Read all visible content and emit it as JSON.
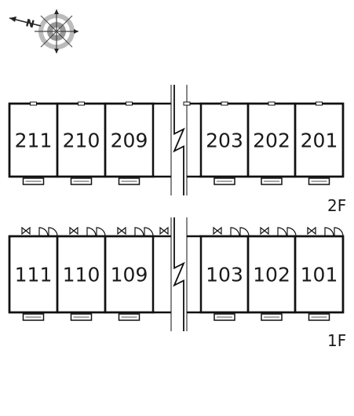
{
  "compass": {
    "north_label": "N",
    "icon": "compass-icon"
  },
  "floors": [
    {
      "label": "2F",
      "units": [
        "211",
        "210",
        "209",
        "203",
        "202",
        "201"
      ]
    },
    {
      "label": "1F",
      "units": [
        "111",
        "110",
        "109",
        "103",
        "102",
        "101"
      ]
    }
  ]
}
